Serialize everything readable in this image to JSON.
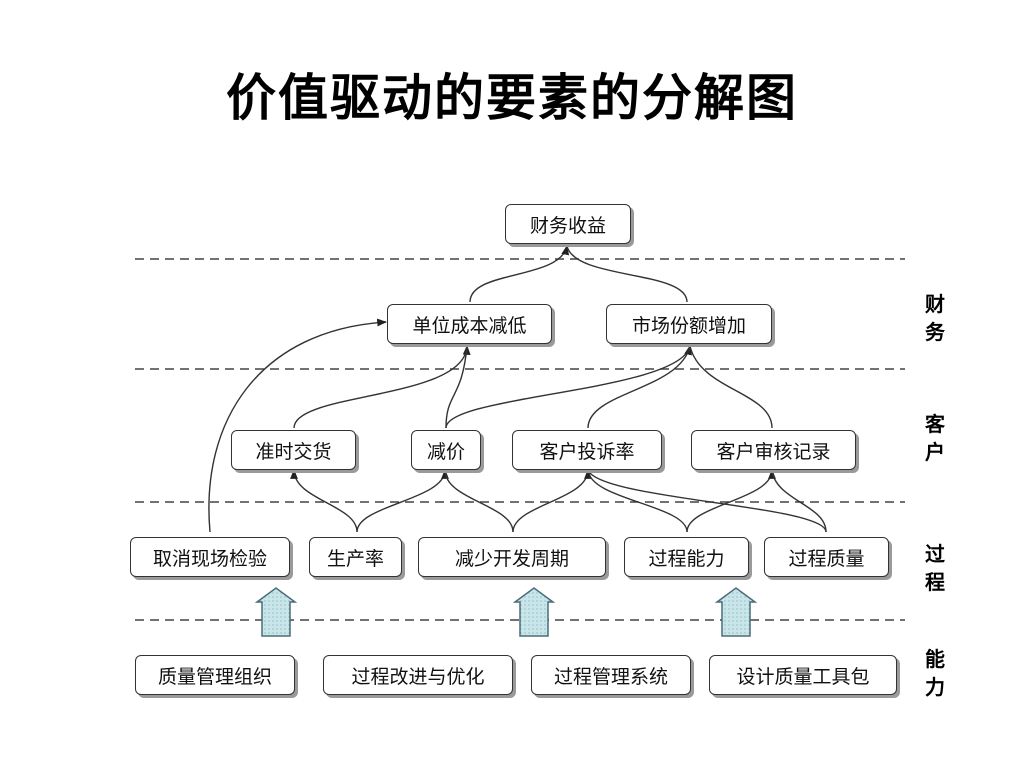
{
  "title": "价值驱动的要素的分解图",
  "lanes": {
    "finance": [
      "财",
      "务"
    ],
    "customer": [
      "客",
      "户"
    ],
    "process": [
      "过",
      "程"
    ],
    "capability": [
      "能",
      "力"
    ]
  },
  "nodes": {
    "financial_revenue": "财务收益",
    "unit_cost_reduction": "单位成本减低",
    "market_share_increase": "市场份额增加",
    "on_time_delivery": "准时交货",
    "price_reduction": "减价",
    "complaint_rate": "客户投诉率",
    "customer_audit_record": "客户审核记录",
    "cancel_field_inspection": "取消现场检验",
    "productivity": "生产率",
    "reduce_dev_cycle": "减少开发周期",
    "process_capability": "过程能力",
    "process_quality": "过程质量",
    "quality_mgmt_org": "质量管理组织",
    "process_improvement": "过程改进与优化",
    "process_mgmt_system": "过程管理系统",
    "design_quality_toolkit": "设计质量工具包"
  },
  "colors": {
    "line": "#333333",
    "dash": "#444444",
    "block_arrow_fill": "#c8e6ea",
    "block_arrow_stroke": "#4a6c78"
  }
}
